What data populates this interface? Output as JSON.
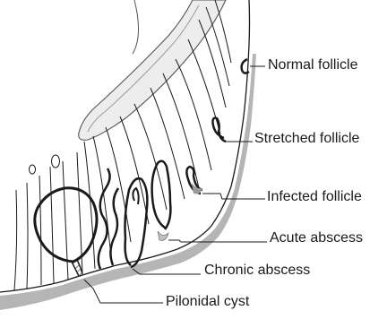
{
  "labels": {
    "normal_follicle": "Normal follicle",
    "stretched_follicle": "Stretched follicle",
    "infected_follicle": "Infected follicle",
    "acute_abscess": "Acute abscess",
    "chronic_abscess": "Chronic abscess",
    "pilonidal_cyst": "Pilonidal cyst"
  },
  "colors": {
    "line": "#1a1a1a",
    "shadow": "#9a9a9a",
    "light_shadow": "#c8c8c8",
    "background": "#ffffff"
  }
}
